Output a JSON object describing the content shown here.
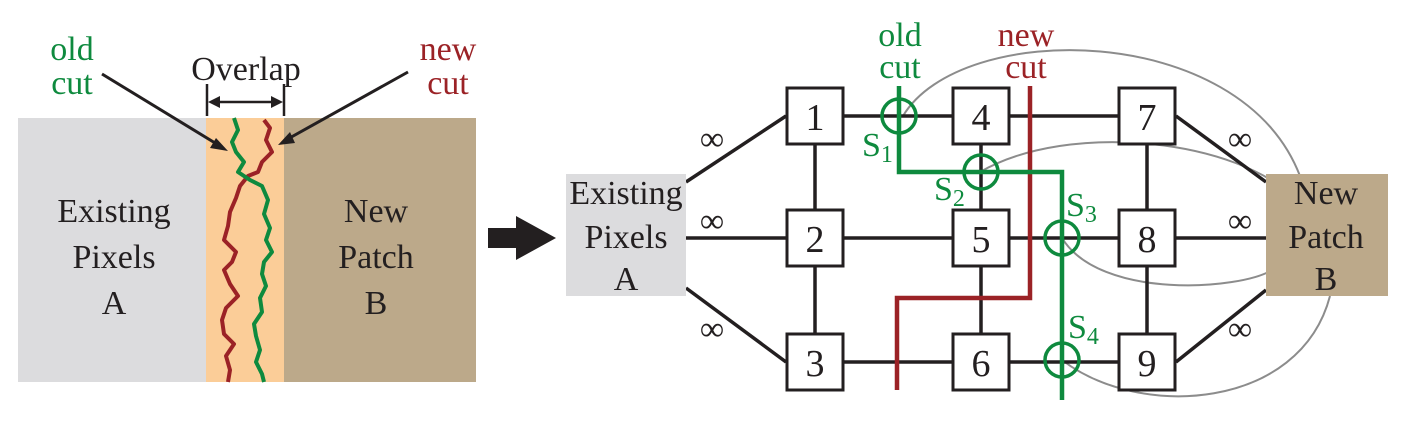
{
  "colors": {
    "existing_fill": "#dcdcde",
    "patch_fill": "#bca98a",
    "overlap_fill": "#fbcd98",
    "old_cut": "#0e8a3e",
    "new_cut": "#9b2226",
    "edge": "#231f20",
    "arc": "#8c8c8c"
  },
  "left_panel": {
    "old_cut_label": [
      "old",
      "cut"
    ],
    "new_cut_label": [
      "new",
      "cut"
    ],
    "overlap_label": "Overlap",
    "existing_label": [
      "Existing",
      "Pixels",
      "A"
    ],
    "patch_label": [
      "New",
      "Patch",
      "B"
    ]
  },
  "arrow_icon": "right-arrow-icon",
  "graph": {
    "old_cut_label": [
      "old",
      "cut"
    ],
    "new_cut_label": [
      "new",
      "cut"
    ],
    "existing_label": [
      "Existing",
      "Pixels",
      "A"
    ],
    "patch_label": [
      "New",
      "Patch",
      "B"
    ],
    "nodes": [
      "1",
      "2",
      "3",
      "4",
      "5",
      "6",
      "7",
      "8",
      "9"
    ],
    "infinity": "∞",
    "seams": [
      {
        "letter": "S",
        "sub": "1"
      },
      {
        "letter": "S",
        "sub": "2"
      },
      {
        "letter": "S",
        "sub": "3"
      },
      {
        "letter": "S",
        "sub": "4"
      }
    ]
  }
}
